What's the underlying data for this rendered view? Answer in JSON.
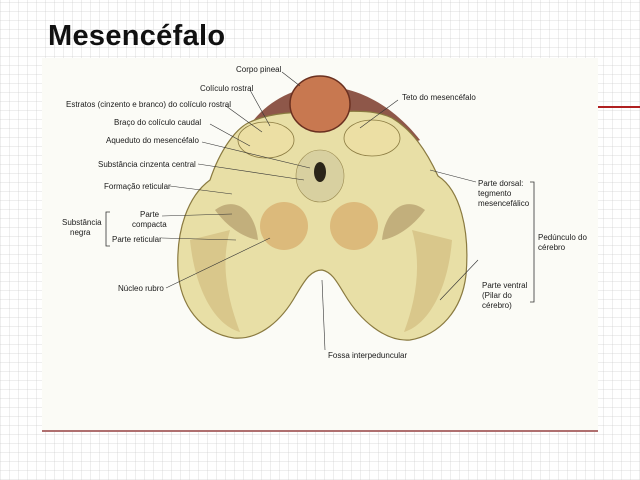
{
  "title": "Mesencéfalo",
  "colors": {
    "accent": "#b02020",
    "tissue": "#e8dfa6",
    "nucleus": "#d8b070",
    "pineal": "#c87850"
  },
  "labels": {
    "corpo_pineal": "Corpo pineal",
    "coliculo_rostral": "Colículo rostral",
    "estratos": "Estratos (cinzento e branco) do colículo rostral",
    "braco_coliculo": "Braço do colículo caudal",
    "aqueduto": "Aqueduto do mesencéfalo",
    "substancia_cinzenta": "Substância cinzenta central",
    "formacao_reticular": "Formação reticular",
    "substancia_negra_line1": "Substância",
    "substancia_negra_line2": "negra",
    "parte_compacta_line1": "Parte",
    "parte_compacta_line2": "compacta",
    "parte_reticular": "Parte reticular",
    "nucleo_rubro": "Núcleo rubro",
    "teto": "Teto do mesencéfalo",
    "parte_dorsal_line1": "Parte dorsal:",
    "parte_dorsal_line2": "tegmento",
    "parte_dorsal_line3": "mesencefálico",
    "pedunculo_line1": "Pedúnculo do",
    "pedunculo_line2": "cérebro",
    "parte_ventral_line1": "Parte ventral",
    "parte_ventral_line2": "(Pilar do",
    "parte_ventral_line3": "cérebro)",
    "fossa": "Fossa interpeduncular"
  }
}
